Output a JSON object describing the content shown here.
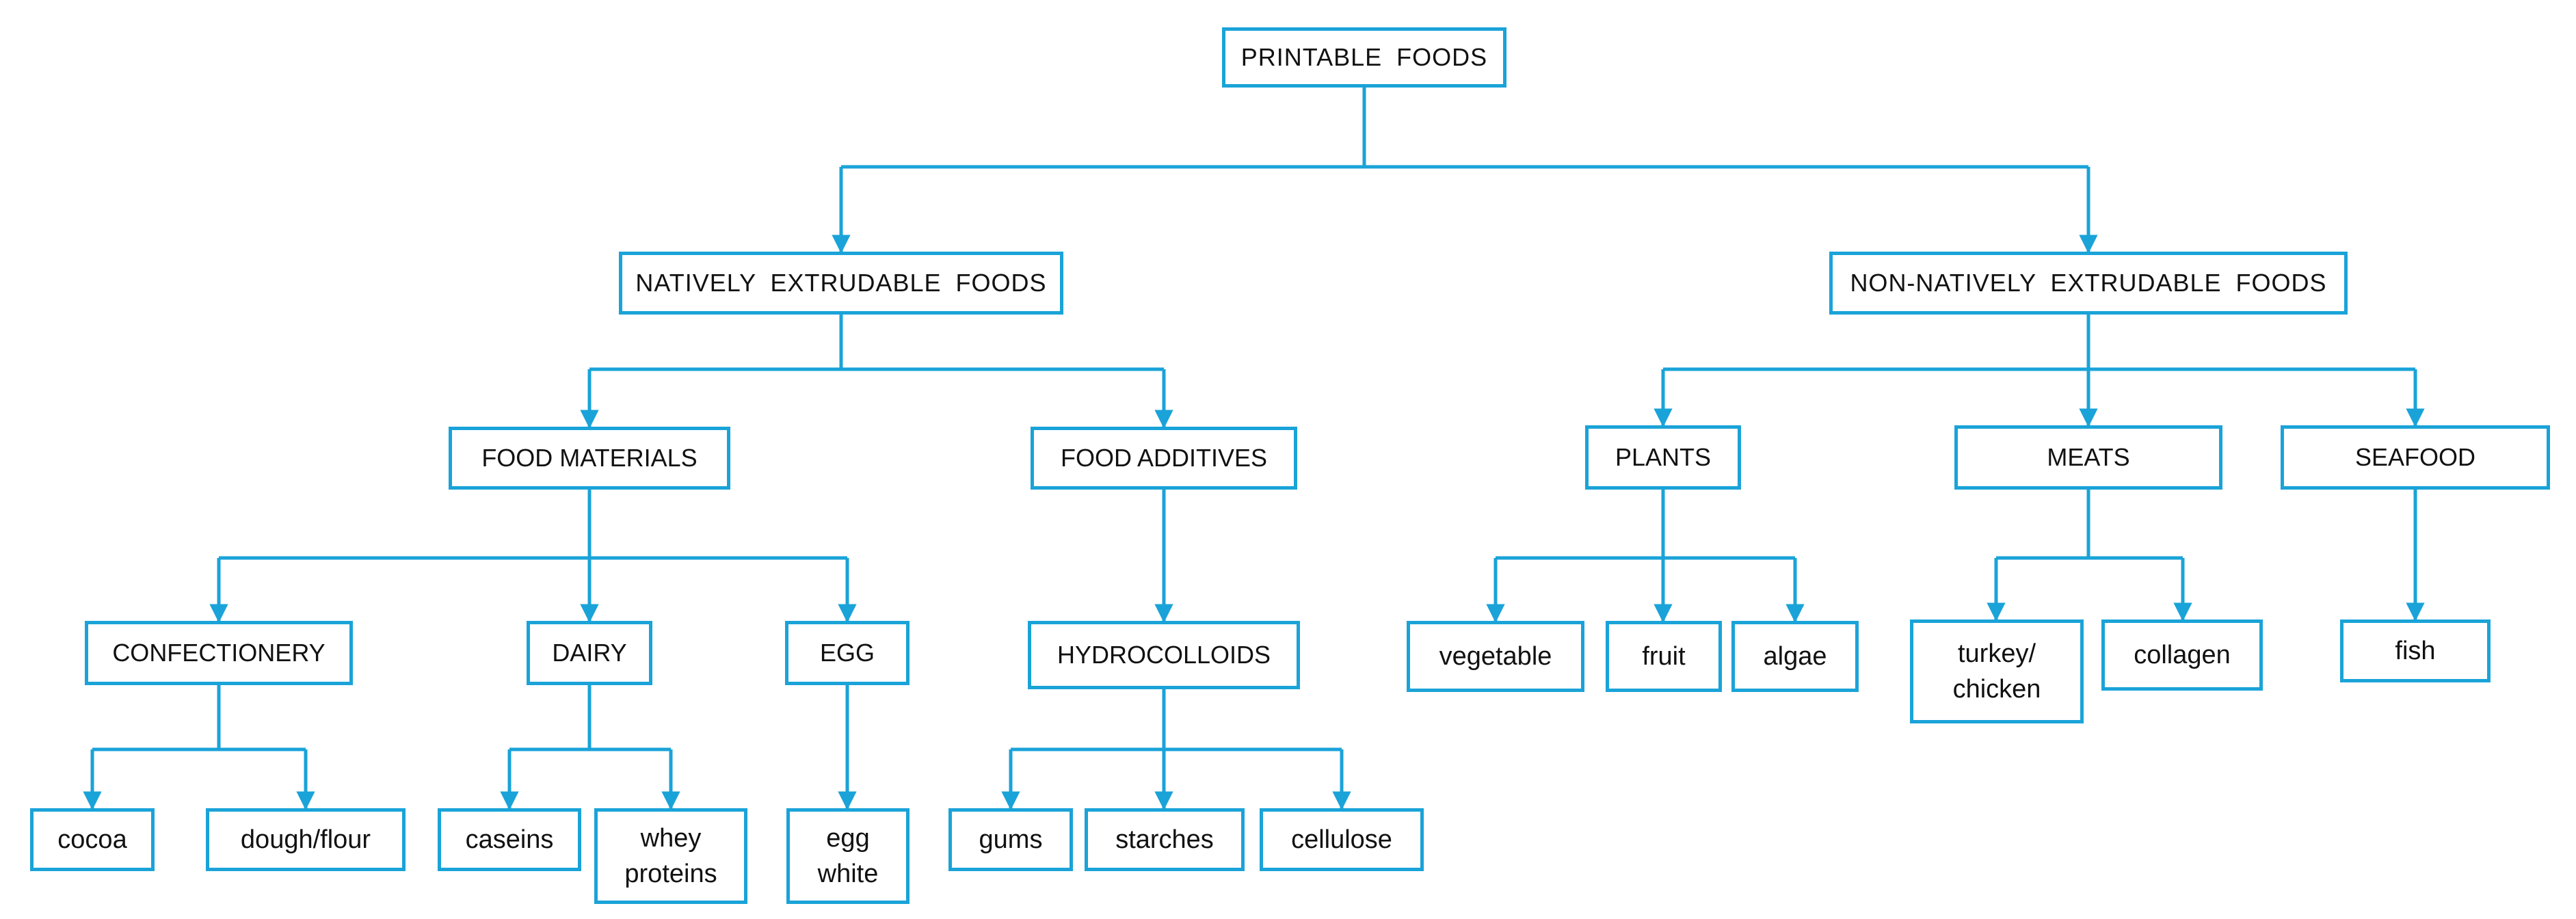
{
  "colors": {
    "line": "#1aa3d8",
    "box_border": "#1aa3d8",
    "background": "#ffffff",
    "text": "#111111"
  },
  "root": {
    "label": "PRINTABLE  FOODS"
  },
  "categories": {
    "native": {
      "label": "NATIVELY  EXTRUDABLE  FOODS"
    },
    "non_native": {
      "label": "NON-NATIVELY  EXTRUDABLE  FOODS"
    }
  },
  "native": {
    "food_materials": {
      "label": "FOOD MATERIALS"
    },
    "food_additives": {
      "label": "FOOD ADDITIVES"
    },
    "confectionery": {
      "label": "CONFECTIONERY"
    },
    "dairy": {
      "label": "DAIRY"
    },
    "egg": {
      "label": "EGG"
    },
    "hydrocolloids": {
      "label": "HYDROCOLLOIDS"
    },
    "cocoa": {
      "label": "cocoa"
    },
    "dough_flour": {
      "label": "dough/flour"
    },
    "caseins": {
      "label": "caseins"
    },
    "whey_proteins": {
      "label": "whey\nproteins"
    },
    "egg_white": {
      "label": "egg\nwhite"
    },
    "gums": {
      "label": "gums"
    },
    "starches": {
      "label": "starches"
    },
    "cellulose": {
      "label": "cellulose"
    }
  },
  "non_native": {
    "plants": {
      "label": "PLANTS"
    },
    "meats": {
      "label": "MEATS"
    },
    "seafood": {
      "label": "SEAFOOD"
    },
    "vegetable": {
      "label": "vegetable"
    },
    "fruit": {
      "label": "fruit"
    },
    "algae": {
      "label": "algae"
    },
    "turkey_chicken": {
      "label": "turkey/\nchicken"
    },
    "collagen": {
      "label": "collagen"
    },
    "fish": {
      "label": "fish"
    }
  }
}
